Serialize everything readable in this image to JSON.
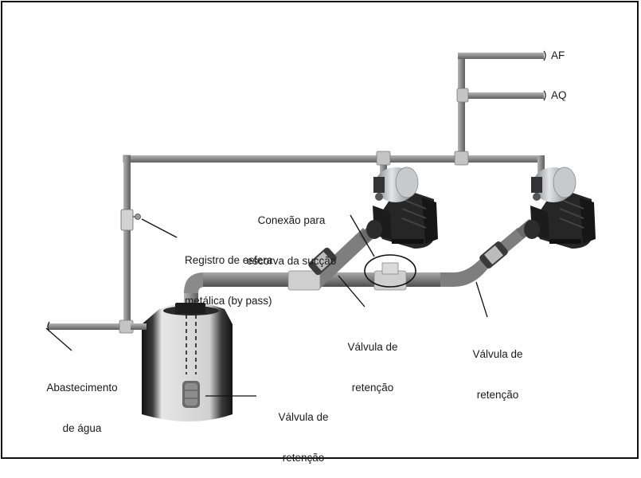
{
  "labels": {
    "af": "AF",
    "aq": "AQ",
    "conexao_line1": "Conexão para",
    "conexao_line2": "escorva da sucção",
    "registro_line1": "Registro de esfera",
    "registro_line2": "metálica (by pass)",
    "valvula_center_line1": "Válvula de",
    "valvula_center_line2": "retenção",
    "valvula_right_line1": "Válvula de",
    "valvula_right_line2": "retenção",
    "abastecimento_line1": "Abastecimento",
    "abastecimento_line2": "de água",
    "valvula_tank_line1": "Válvula de",
    "valvula_tank_line2": "retenção"
  },
  "colors": {
    "pipe": "#8e8e8e",
    "pipe_dark": "#6a6a6a",
    "pump_motor": "#2a2a2a",
    "pump_head": "#b8bcc0",
    "tank_dark": "#1e1e1e",
    "tank_light": "#d8d8d8",
    "line": "#111111"
  }
}
